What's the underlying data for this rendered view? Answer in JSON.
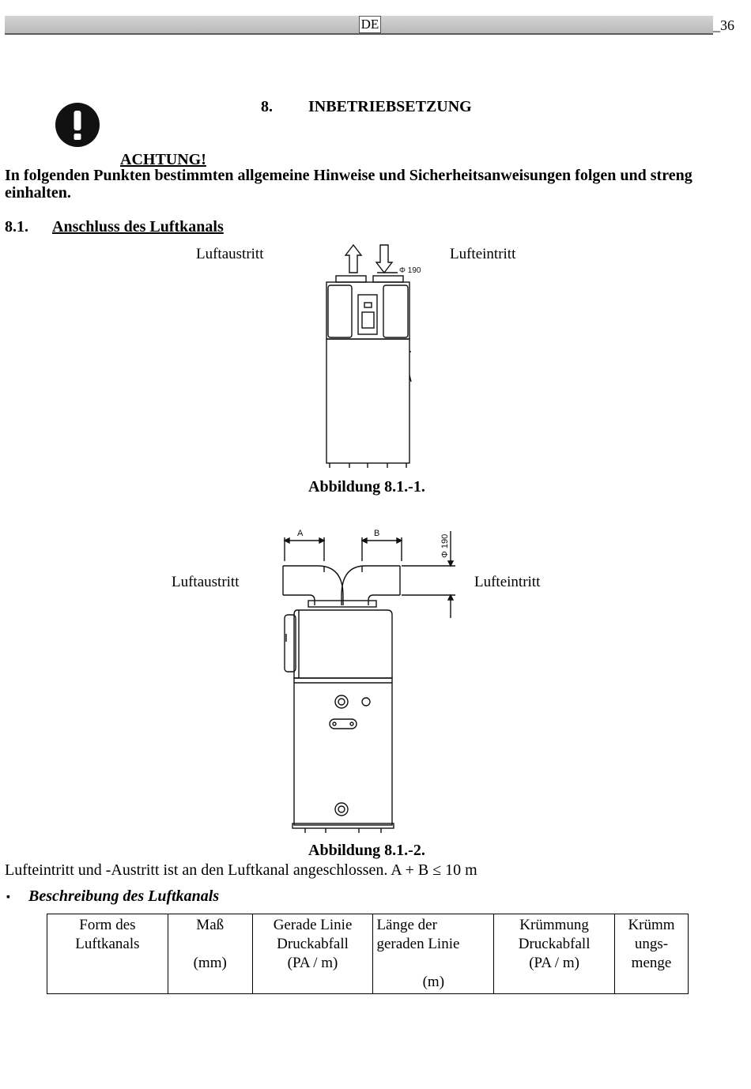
{
  "header": {
    "lang": "DE",
    "page": "_36"
  },
  "chapter": {
    "number": "8.",
    "title": "INBETRIEBSETZUNG"
  },
  "warning": {
    "icon": "exclamation-icon",
    "title": "ACHTUNG!",
    "text": "In folgenden Punkten bestimmten allgemeine Hinweise und Sicherheitsanweisungen folgen und streng einhalten."
  },
  "section": {
    "number": "8.1.",
    "title": "Anschluss des Luftkanals"
  },
  "figure1": {
    "label_left": "Luftaustritt",
    "label_right": "Lufteintritt",
    "dim_label": "Φ 190",
    "caption": "Abbildung 8.1.-1."
  },
  "figure2": {
    "label_left": "Luftaustritt",
    "label_right": "Lufteintritt",
    "dim_a": "A",
    "dim_b": "B",
    "dim_phi": "Φ 190",
    "caption": "Abbildung 8.1.-2."
  },
  "body_text": "Lufteintritt und -Austritt ist an den Luftkanal angeschlossen. A + B ≤ 10 m",
  "description": {
    "bullet": "▪",
    "title": "Beschreibung des Luftkanals"
  },
  "table": {
    "headers": [
      [
        "Form des",
        "Luftkanals"
      ],
      [
        "Maß",
        "",
        "(mm)"
      ],
      [
        "Gerade Linie",
        "Druckabfall",
        "(PA / m)"
      ],
      [
        "Länge der",
        "geraden Linie",
        "",
        "(m)"
      ],
      [
        "Krümmung",
        "Druckabfall",
        "(PA / m)"
      ],
      [
        "Krümm",
        "ungs-",
        "menge"
      ]
    ]
  }
}
